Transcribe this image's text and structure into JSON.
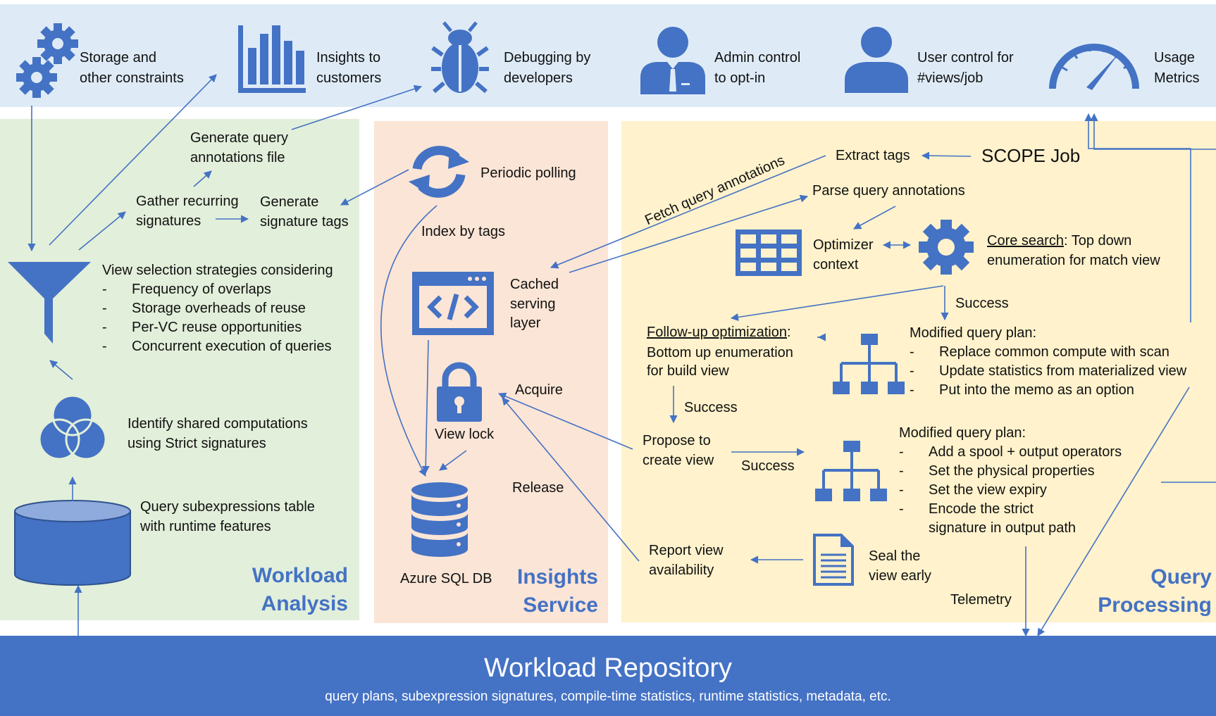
{
  "colors": {
    "top_band": "#deebf7",
    "workload_panel": "#e2efda",
    "insights_panel": "#fbe5d6",
    "query_panel": "#fff2cc",
    "accent": "#4472c4",
    "repository": "#4472c4"
  },
  "top": {
    "storage": {
      "icon": "gears-icon",
      "line1": "Storage and",
      "line2": "other constraints"
    },
    "insights": {
      "icon": "bar-chart-icon",
      "line1": "Insights to",
      "line2": "customers"
    },
    "debugging": {
      "icon": "bug-icon",
      "line1": "Debugging by",
      "line2": "developers"
    },
    "admin": {
      "icon": "businessman-icon",
      "line1": "Admin control",
      "line2": "to opt-in"
    },
    "user": {
      "icon": "user-icon",
      "line1": "User control for",
      "line2": "#views/job"
    },
    "usage": {
      "icon": "gauge-icon",
      "line1": "Usage",
      "line2": "Metrics"
    }
  },
  "workload": {
    "title_line1": "Workload",
    "title_line2": "Analysis",
    "gen_annotations_line1": "Generate query",
    "gen_annotations_line2": "annotations file",
    "gather_line1": "Gather recurring",
    "gather_line2": "signatures",
    "gen_tags_line1": "Generate",
    "gen_tags_line2": "signature tags",
    "view_selection_heading": "View selection strategies considering",
    "view_selection_items": [
      "Frequency of overlaps",
      "Storage overheads of reuse",
      "Per-VC reuse opportunities",
      "Concurrent execution of queries"
    ],
    "identify_line1": "Identify shared computations",
    "identify_line2": "using Strict signatures",
    "table_line1": "Query subexpressions table",
    "table_line2": "with runtime features",
    "icons": {
      "funnel": "funnel-icon",
      "venn": "venn-icon",
      "table": "database-table-icon"
    }
  },
  "insights": {
    "title_line1": "Insights",
    "title_line2": "Service",
    "polling": "Periodic polling",
    "index": "Index by tags",
    "cached_line1": "Cached",
    "cached_line2": "serving",
    "cached_line3": "layer",
    "acquire": "Acquire",
    "view_lock": "View lock",
    "release": "Release",
    "azure": "Azure SQL DB",
    "icons": {
      "refresh": "refresh-icon",
      "code": "code-window-icon",
      "lock": "lock-icon",
      "db": "database-icon"
    }
  },
  "query": {
    "title_line1": "Query",
    "title_line2": "Processing",
    "extract_tags": "Extract tags",
    "scope_job": "SCOPE Job",
    "fetch": "Fetch query annotations",
    "parse": "Parse query annotations",
    "optimizer_line1": "Optimizer",
    "optimizer_line2": "context",
    "core_search_label": "Core search",
    "core_search_rest": ": Top down",
    "core_search_line2": "enumeration for match view",
    "success1": "Success",
    "followup_label": "Follow-up optimization",
    "followup_colon": ":",
    "followup_line2": "Bottom up enumeration",
    "followup_line3": "for build view",
    "modified1_heading": "Modified query plan:",
    "modified1_items": [
      "Replace common compute with scan",
      "Update statistics from materialized view",
      "Put into the memo as an option"
    ],
    "success2": "Success",
    "propose_line1": "Propose to",
    "propose_line2": "create view",
    "success3": "Success",
    "modified2_heading": "Modified query plan:",
    "modified2_items": [
      "Add a spool + output operators",
      "Set the physical properties",
      "Set the view expiry",
      "Encode the strict"
    ],
    "modified2_cont": "signature in output path",
    "report_line1": "Report view",
    "report_line2": "availability",
    "seal_line1": "Seal the",
    "seal_line2": "view early",
    "telemetry": "Telemetry",
    "icons": {
      "grid": "grid-table-icon",
      "gear": "gear-icon",
      "hierarchy": "hierarchy-icon",
      "doc": "document-icon"
    }
  },
  "repository": {
    "title": "Workload Repository",
    "subtitle": "query plans, subexpression signatures, compile-time statistics, runtime statistics, metadata, etc."
  }
}
